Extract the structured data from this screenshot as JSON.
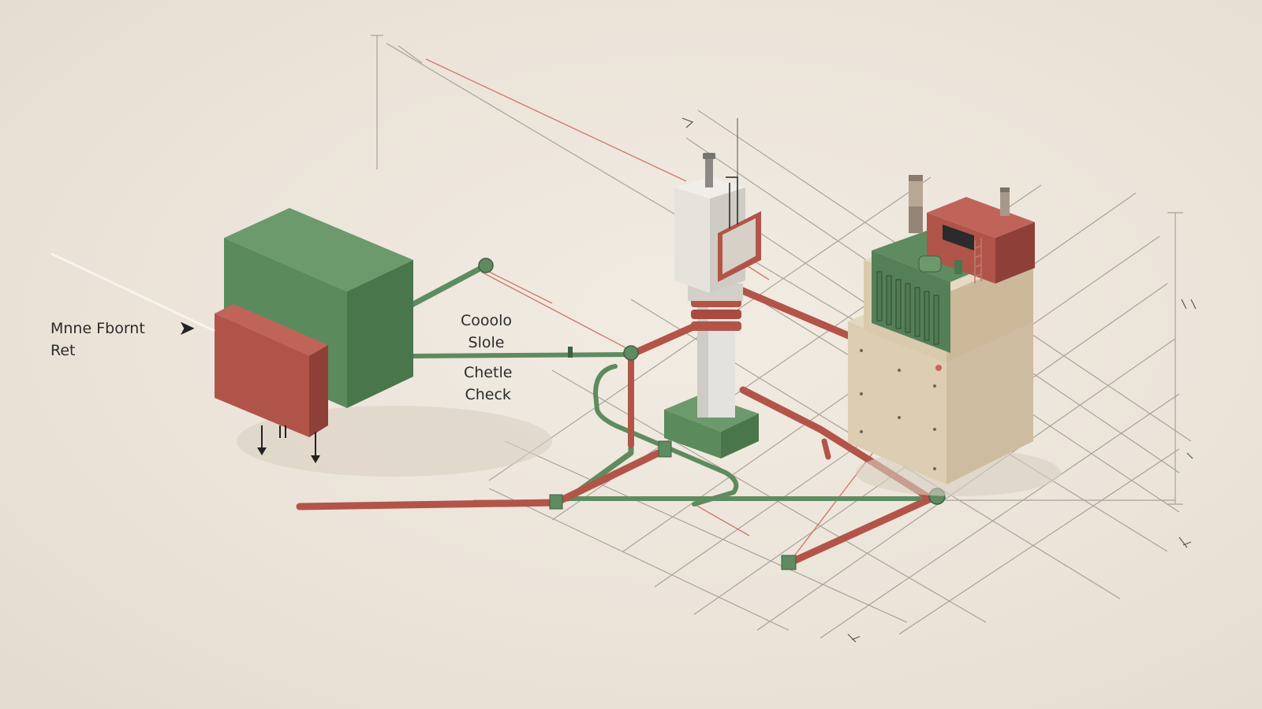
{
  "labels": {
    "left_line1": "Mnne Fbornt",
    "left_line2": "Ret",
    "mid_line1": "Cooolo",
    "mid_line2": "Slole",
    "mid_line3": "Chetle",
    "mid_line4": "Check"
  },
  "colors": {
    "background": "#ece5db",
    "green": "#5e8b5f",
    "red": "#b35449",
    "beige": "#d9cbb1",
    "white": "#e8e6e1",
    "grid": "#8c8780",
    "thin_red": "#c8685c"
  },
  "components": [
    "green-red-block",
    "white-column",
    "tan-circuit-unit"
  ]
}
